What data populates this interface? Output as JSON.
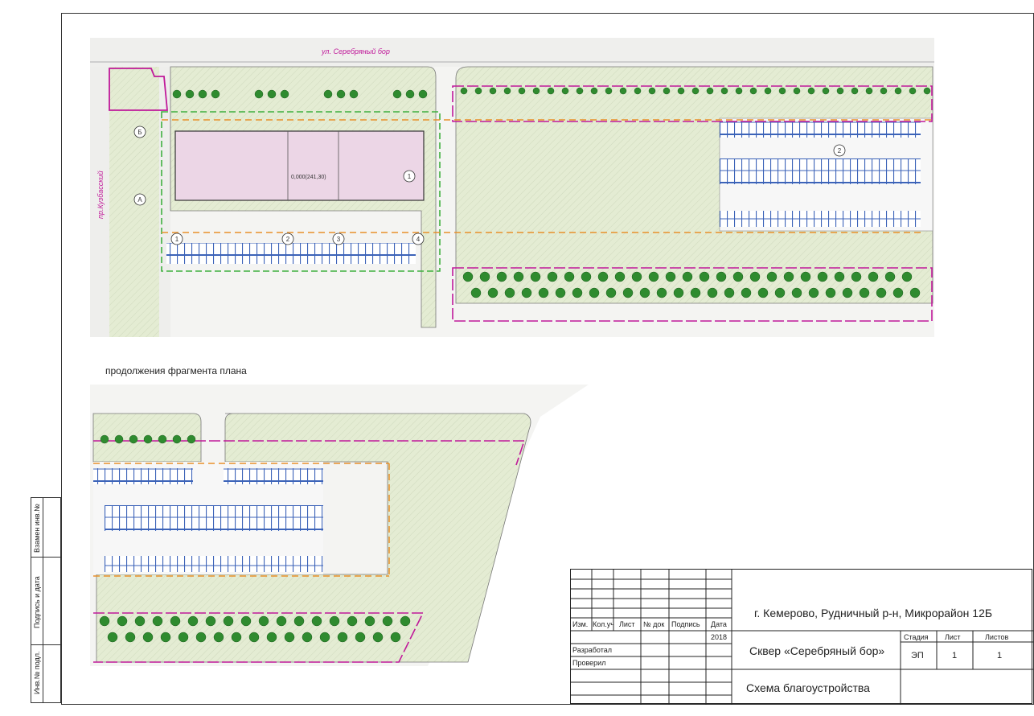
{
  "plan": {
    "street_top": "ул. Серебряный бор",
    "street_left": "пр.Кузбасский",
    "building_level": "0,000(241,30)",
    "zone_number": "2",
    "axis_letters": [
      "Б",
      "А"
    ],
    "axis_numbers": [
      "1",
      "2",
      "3",
      "4"
    ],
    "building_number": "1"
  },
  "caption": "продолжения фрагмента плана",
  "side_stamp": {
    "cell1": "Взамен инв.№",
    "cell2": "Подпись и дата",
    "cell3": "Инв.№ подл."
  },
  "title_block": {
    "headers": [
      "Изм.",
      "Кол.уч",
      "Лист",
      "№ док",
      "Подпись",
      "Дата"
    ],
    "year": "2018",
    "developed": "Разработал",
    "checked": "Проверил",
    "address": "г. Кемерово, Рудничный р-н, Микрорайон 12Б",
    "project": "Сквер «Серебряный бор»",
    "sheet_title": "Схема благоустройства",
    "stage_label": "Стадия",
    "sheet_label": "Лист",
    "sheets_label": "Листов",
    "stage": "ЭП",
    "sheet": "1",
    "sheets": "1"
  },
  "colors": {
    "green_area": "#e3ecd0",
    "building": "#ecd6e6",
    "magenta": "#c0199a",
    "orange": "#e8902a",
    "green_dash": "#3fb03f",
    "tree": "#2f8b2f",
    "parking": "#3c63b8"
  }
}
